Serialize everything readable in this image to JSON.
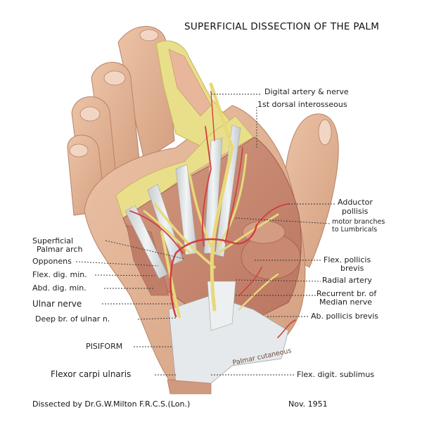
{
  "title": "SUPERFICIAL DISSECTION OF THE PALM",
  "labels": {
    "digital_artery_nerve": "Digital artery & nerve",
    "first_dorsal_interosseous": "1st dorsal interosseous",
    "adductor": "Adductor",
    "pollisis": "pollisis",
    "motor_branches": "motor branches",
    "to_lumbricals": "to Lumbricals",
    "superficial": "Superficial",
    "palmar_arch": "Palmar arch",
    "opponens": "Opponens",
    "flex_dig_min": "Flex. dig. min.",
    "abd_dig_min": "Abd. dig. min.",
    "ulnar_nerve": "Ulnar nerve",
    "deep_br_ulnar": "Deep br. of ulnar n.",
    "pisiform": "PISIFORM",
    "flexor_carpi_ulnaris": "Flexor carpi ulnaris",
    "flex_pollicis": "Flex. pollicis",
    "brevis": "brevis",
    "radial_artery": "Radial artery",
    "recurrent_br": "Recurrent br. of",
    "median_nerve": "Median nerve",
    "ab_pollicis_brevis": "Ab. pollicis brevis",
    "flex_digit_sublimus": "Flex. digit. sublimus",
    "palmar_cutaneous": "Palmar cutaneous"
  },
  "footer": {
    "credit": "Dissected by Dr.G.W.Milton F.R.C.S.(Lon.)",
    "date": "Nov. 1951"
  },
  "colors": {
    "skin": "#e2b394",
    "muscle": "#c98870",
    "fat": "#e9df8a",
    "nerve": "#efe7a0",
    "artery": "#d44545",
    "tendon": "#dfe3e5"
  }
}
